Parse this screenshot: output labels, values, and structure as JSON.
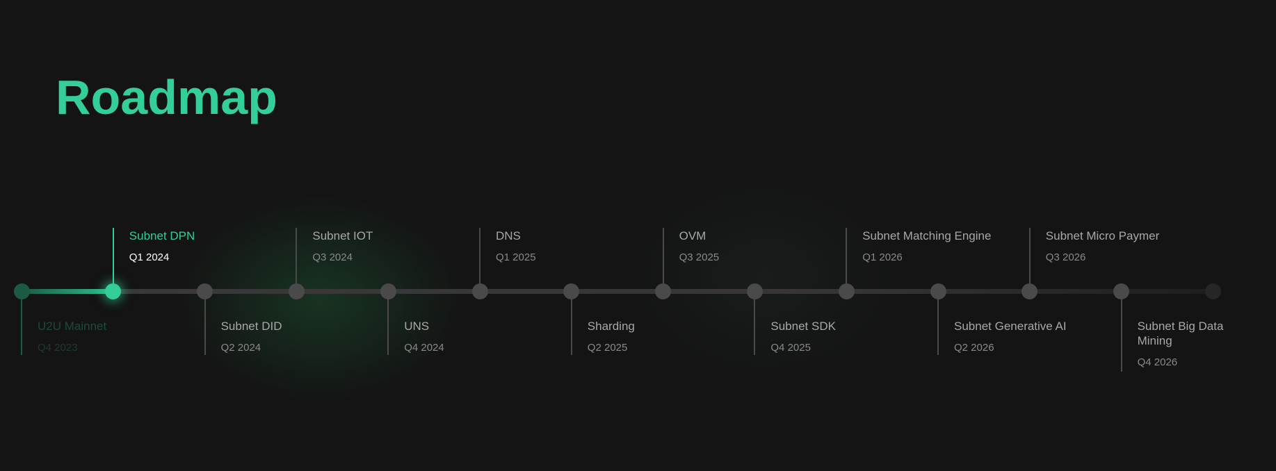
{
  "title": "Roadmap",
  "colors": {
    "accent": "#34cf98",
    "background": "#141414",
    "node": "#4a4a4a",
    "past": "#1d5a43"
  },
  "milestones": [
    {
      "name": "U2U Mainnet",
      "date": "Q4 2023",
      "position": "bottom",
      "state": "past"
    },
    {
      "name": "Subnet DPN",
      "date": "Q1 2024",
      "position": "top",
      "state": "current"
    },
    {
      "name": "Subnet DID",
      "date": "Q2 2024",
      "position": "bottom",
      "state": "upcoming"
    },
    {
      "name": "Subnet IOT",
      "date": "Q3 2024",
      "position": "top",
      "state": "upcoming"
    },
    {
      "name": "UNS",
      "date": "Q4 2024",
      "position": "bottom",
      "state": "upcoming"
    },
    {
      "name": "DNS",
      "date": "Q1 2025",
      "position": "top",
      "state": "upcoming"
    },
    {
      "name": "Sharding",
      "date": "Q2 2025",
      "position": "bottom",
      "state": "upcoming"
    },
    {
      "name": "OVM",
      "date": "Q3 2025",
      "position": "top",
      "state": "upcoming"
    },
    {
      "name": "Subnet SDK",
      "date": "Q4 2025",
      "position": "bottom",
      "state": "upcoming"
    },
    {
      "name": "Subnet Matching Engine",
      "date": "Q1 2026",
      "position": "top",
      "state": "upcoming"
    },
    {
      "name": "Subnet Generative AI",
      "date": "Q2 2026",
      "position": "bottom",
      "state": "upcoming"
    },
    {
      "name": "Subnet Micro Paymer",
      "date": "Q3 2026",
      "position": "top",
      "state": "upcoming"
    },
    {
      "name": "Subnet Big Data Mining",
      "date": "Q4 2026",
      "position": "bottom",
      "state": "upcoming"
    }
  ]
}
